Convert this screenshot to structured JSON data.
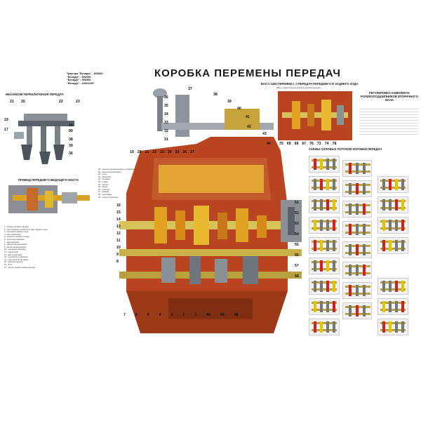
{
  "title": "КОРОБКА ПЕРЕМЕНЫ ПЕРЕДАЧ",
  "models": [
    "Трактора \"Беларус\" - 800/820",
    "\"Беларус\" - 900/920",
    "\"Беларус\" - 950/952",
    "\"Беларус\" - 1000/1020"
  ],
  "sections": {
    "shift_mechanism": "МЕХАНИЗМ ПЕРЕКЛЮЧЕНИЯ ПЕРЕДАЧ",
    "front_drive": "ПРИВОД ПЕРЕДНЕГО ВЕДУЩЕГО МОСТА",
    "reverse_shaft": "ВАЛ С ШЕСТЕРНЯМИ I, II ПЕРЕДАЧ ПЕРЕДНЕГО И ЗАДНЕГО ХОДА",
    "reverse_shaft_sub": "(Вид с левой стороны корпуса коробки передач)",
    "bearing_adjust": "РЕГУЛИРОВКА КОМПЛЕКТА РОЛИКОПОДШИПНИКОВ ВТОРИЧНОГО ВАЛА",
    "power_flow": "СХЕМЫ СИЛОВЫХ ПОТОКОВ КОРОБКИ ПЕРЕДАЧ"
  },
  "callouts_top": [
    "37",
    "38",
    "36",
    "35",
    "34",
    "33",
    "32",
    "31",
    "39",
    "40",
    "41",
    "42",
    "43",
    "44"
  ],
  "callouts_row": [
    "19",
    "20",
    "21",
    "22",
    "23",
    "24",
    "25",
    "26",
    "27"
  ],
  "callouts_bottom": [
    "7",
    "6",
    "5",
    "4",
    "3",
    "2",
    "1",
    "60",
    "59",
    "58"
  ],
  "callouts_right": [
    "51",
    "52",
    "53",
    "54",
    "55",
    "56",
    "57",
    "58"
  ],
  "callouts_left": [
    "16",
    "15",
    "14",
    "13",
    "12",
    "11",
    "10",
    "9",
    "8"
  ],
  "shift_mech_numbers": [
    "21",
    "20",
    "22",
    "23",
    "19",
    "17",
    "18",
    "89",
    "38",
    "39",
    "36"
  ],
  "reverse_numbers": [
    "75",
    "69",
    "68",
    "67",
    "76",
    "73",
    "74",
    "78"
  ],
  "legend": [
    "1 - корпус коробки передач",
    "2 - вал промежуточный шестерни заднего хода",
    "3 - шестерня заднего хода",
    "4 - вал первичный",
    "5 - полуось промежуточная",
    "6 - шестерня ведомая",
    "7 - вал ведущий",
    "8 - муфта переключения",
    "9 - вилка переключения",
    "10 - шестерня ведущая",
    "11 - подшипник",
    "12 - вал вторичный",
    "13 - шестерня II передачи",
    "14 - шестерня III передачи",
    "15 - крышка корпуса",
    "16 - болт",
    "17 - рычаг переключения передач"
  ],
  "legend2": [
    "18 - крышка дистанционного управления",
    "19 - вилка переключения",
    "20 - шток",
    "21 - фиксатор",
    "22 - пружина",
    "23 - шарик",
    "24 - корпус",
    "25 - валик",
    "26 - сальник",
    "27 - фланец",
    "28 - прокладка",
    "29 - кольцо стопорное"
  ],
  "colors": {
    "housing": "#b8451f",
    "gear": "#d9a21f",
    "shaft": "#d8c25a",
    "steel": "#8a9096",
    "dark": "#3a3f47"
  }
}
